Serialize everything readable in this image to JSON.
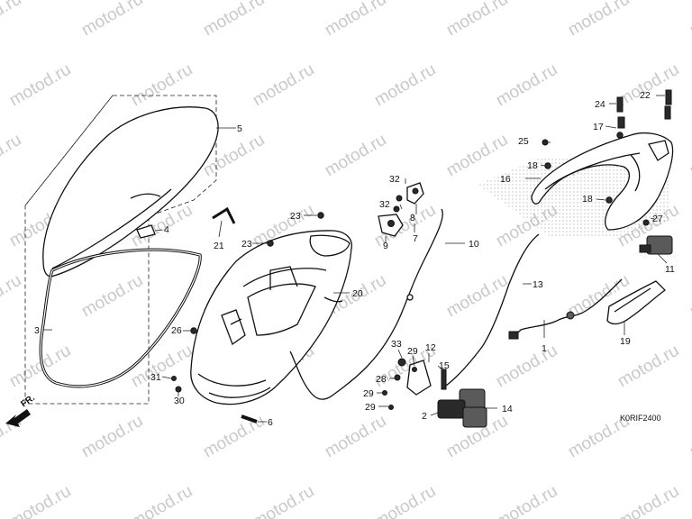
{
  "watermark": "motod.ru",
  "diagram_code": "K0RIF2400",
  "front_label": "FR.",
  "callouts": [
    "1",
    "2",
    "3",
    "4",
    "5",
    "6",
    "7",
    "8",
    "9",
    "10",
    "11",
    "12",
    "13",
    "14",
    "15",
    "16",
    "17",
    "18",
    "18",
    "19",
    "20",
    "21",
    "22",
    "23",
    "23",
    "24",
    "25",
    "26",
    "27",
    "28",
    "29",
    "29",
    "29",
    "30",
    "31",
    "32",
    "32",
    "33"
  ]
}
